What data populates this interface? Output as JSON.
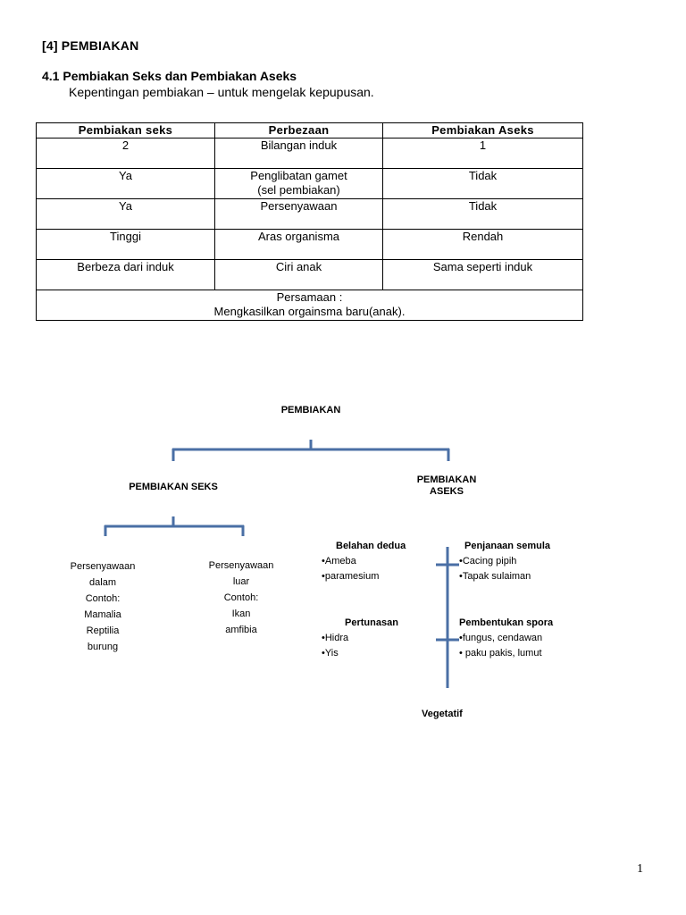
{
  "heading": {
    "section": "[4]  PEMBIAKAN",
    "subsection": "4.1  Pembiakan Seks dan Pembiakan Aseks",
    "note": "Kepentingan pembiakan – untuk mengelak kepupusan."
  },
  "table": {
    "headers": [
      "Pembiakan seks",
      "Perbezaan",
      "Pembiakan Aseks"
    ],
    "rows": [
      [
        "2",
        "Bilangan induk",
        "1"
      ],
      [
        "Ya",
        "Penglibatan gamet\n(sel pembiakan)",
        "Tidak"
      ],
      [
        "Ya",
        "Persenyawaan",
        "Tidak"
      ],
      [
        "Tinggi",
        "Aras organisma",
        "Rendah"
      ],
      [
        "Berbeza dari induk",
        "Ciri anak",
        "Sama seperti induk"
      ]
    ],
    "footer_title": "Persamaan :",
    "footer_text": "Mengkasilkan orgainsma baru(anak)."
  },
  "diagram": {
    "root": "PEMBIAKAN",
    "seks": "PEMBIAKAN SEKS",
    "aseks_line1": "PEMBIAKAN",
    "aseks_line2": "ASEKS",
    "dalam": [
      "Persenyawaan",
      "dalam",
      "Contoh:",
      "Mamalia",
      "Reptilia",
      "burung"
    ],
    "luar": [
      "Persenyawaan",
      "luar",
      "Contoh:",
      "Ikan",
      "amfibia"
    ],
    "belahan": {
      "title": "Belahan dedua",
      "items": [
        "•Ameba",
        "•paramesium"
      ]
    },
    "penjanaan": {
      "title": "Penjanaan semula",
      "items": [
        "•Cacing pipih",
        "•Tapak sulaiman"
      ]
    },
    "pertunasan": {
      "title": "Pertunasan",
      "items": [
        "•Hidra",
        "•Yis"
      ]
    },
    "spora": {
      "title": "Pembentukan spora",
      "items": [
        "•fungus, cendawan",
        "• paku pakis, lumut"
      ]
    },
    "vegetatif": "Vegetatif",
    "line_color": "#4a6fa5"
  },
  "page_number": "1"
}
